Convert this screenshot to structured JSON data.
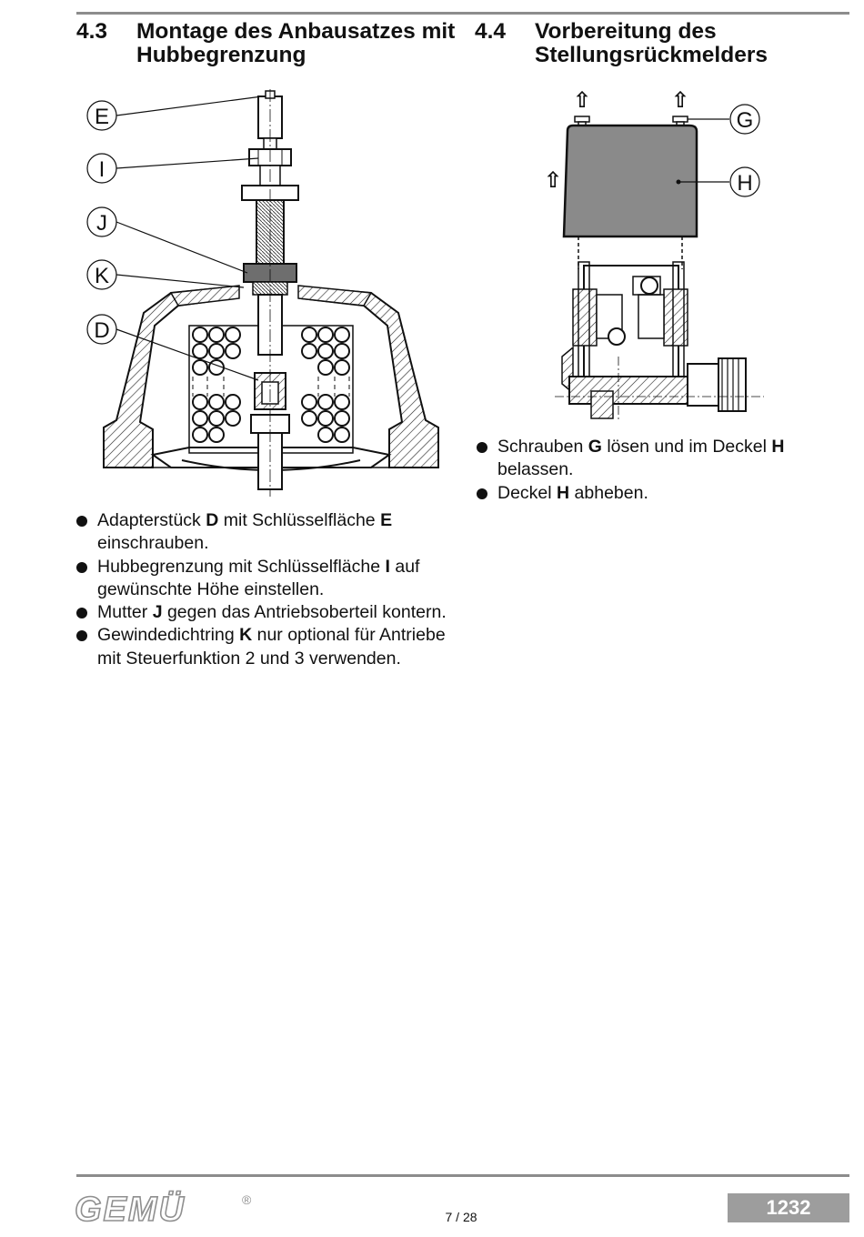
{
  "section_43": {
    "number": "4.3",
    "title": "Montage des Anbausatzes mit Hubbegrenzung",
    "figure": {
      "callouts": [
        "E",
        "I",
        "J",
        "K",
        "D"
      ]
    },
    "bullets": [
      {
        "parts": [
          {
            "t": "Adapterstück "
          },
          {
            "t": "D",
            "b": true
          },
          {
            "t": " mit Schlüsselfläche "
          },
          {
            "t": "E",
            "b": true
          },
          {
            "t": " einschrauben."
          }
        ]
      },
      {
        "parts": [
          {
            "t": "Hubbegrenzung mit Schlüsselfläche "
          },
          {
            "t": "I",
            "b": true
          },
          {
            "t": " auf gewünschte Höhe einstellen."
          }
        ]
      },
      {
        "parts": [
          {
            "t": "Mutter "
          },
          {
            "t": "J",
            "b": true
          },
          {
            "t": " gegen das Antriebsoberteil kontern."
          }
        ]
      },
      {
        "parts": [
          {
            "t": "Gewindedichtring "
          },
          {
            "t": "K",
            "b": true
          },
          {
            "t": " nur optional für Antriebe mit Steuerfunktion 2 und 3 verwenden."
          }
        ]
      }
    ]
  },
  "section_44": {
    "number": "4.4",
    "title": "Vorbereitung des Stellungsrückmelders",
    "figure": {
      "callouts": [
        "G",
        "H"
      ],
      "arrow_glyph": "⇧"
    },
    "bullets": [
      {
        "parts": [
          {
            "t": "Schrauben "
          },
          {
            "t": "G",
            "b": true
          },
          {
            "t": " lösen und im Deckel "
          },
          {
            "t": "H",
            "b": true
          },
          {
            "t": " belassen."
          }
        ]
      },
      {
        "parts": [
          {
            "t": "Deckel "
          },
          {
            "t": "H",
            "b": true
          },
          {
            "t": " abheben."
          }
        ]
      }
    ]
  },
  "footer": {
    "logo_text": "GEMÜ",
    "registered_mark": "®",
    "page_number": "7 / 28",
    "document_number": "1232"
  },
  "colors": {
    "rule": "#8c8c8c",
    "badge": "#9d9d9d",
    "cover_fill": "#8a8a8a",
    "logo": "#8f8f8f"
  }
}
